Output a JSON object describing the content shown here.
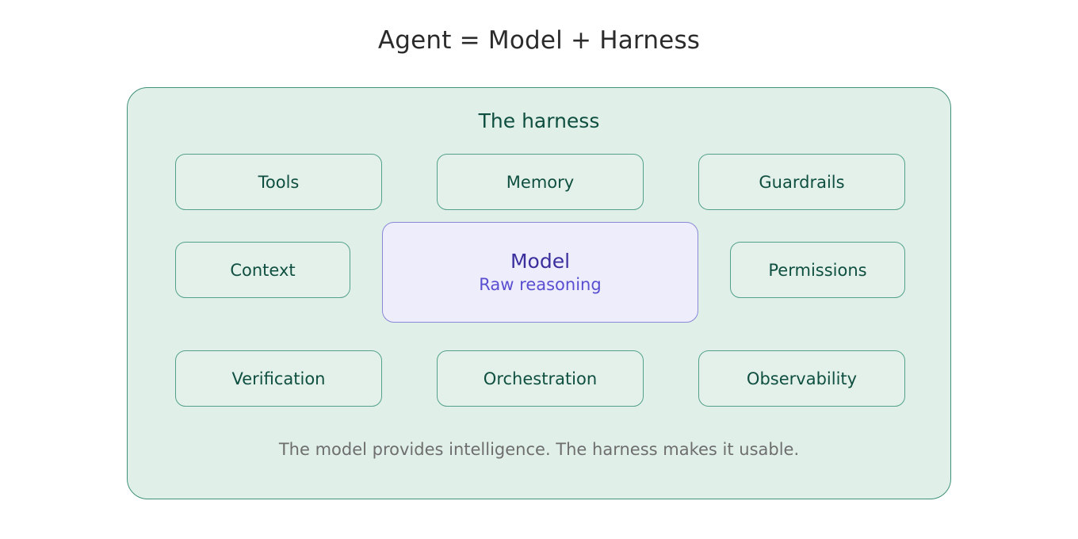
{
  "page": {
    "title": "Agent = Model + Harness",
    "background_color": "#ffffff",
    "title_color": "#2b2b2b"
  },
  "harness": {
    "label": "The harness",
    "fill_color": "#e0f0e8",
    "border_color": "#3f917a",
    "label_color": "#0f4f40",
    "caption": "The model provides intelligence. The harness makes it usable.",
    "caption_color": "#6e6e6e",
    "component_border_color": "#53a18b",
    "component_text_color": "#0f4f40",
    "rows": [
      {
        "row_index": 1,
        "components": [
          {
            "label": "Tools"
          },
          {
            "label": "Memory"
          },
          {
            "label": "Guardrails"
          }
        ]
      },
      {
        "row_index": 2,
        "components": [
          {
            "label": "Context"
          },
          {
            "label": "Permissions"
          }
        ]
      },
      {
        "row_index": 3,
        "components": [
          {
            "label": "Verification"
          },
          {
            "label": "Orchestration"
          },
          {
            "label": "Observability"
          }
        ]
      }
    ]
  },
  "model": {
    "title": "Model",
    "subtitle": "Raw reasoning",
    "fill_color": "#ededfb",
    "border_color": "#8a86d8",
    "title_color": "#3b2f9e",
    "subtitle_color": "#5a4fd0"
  }
}
